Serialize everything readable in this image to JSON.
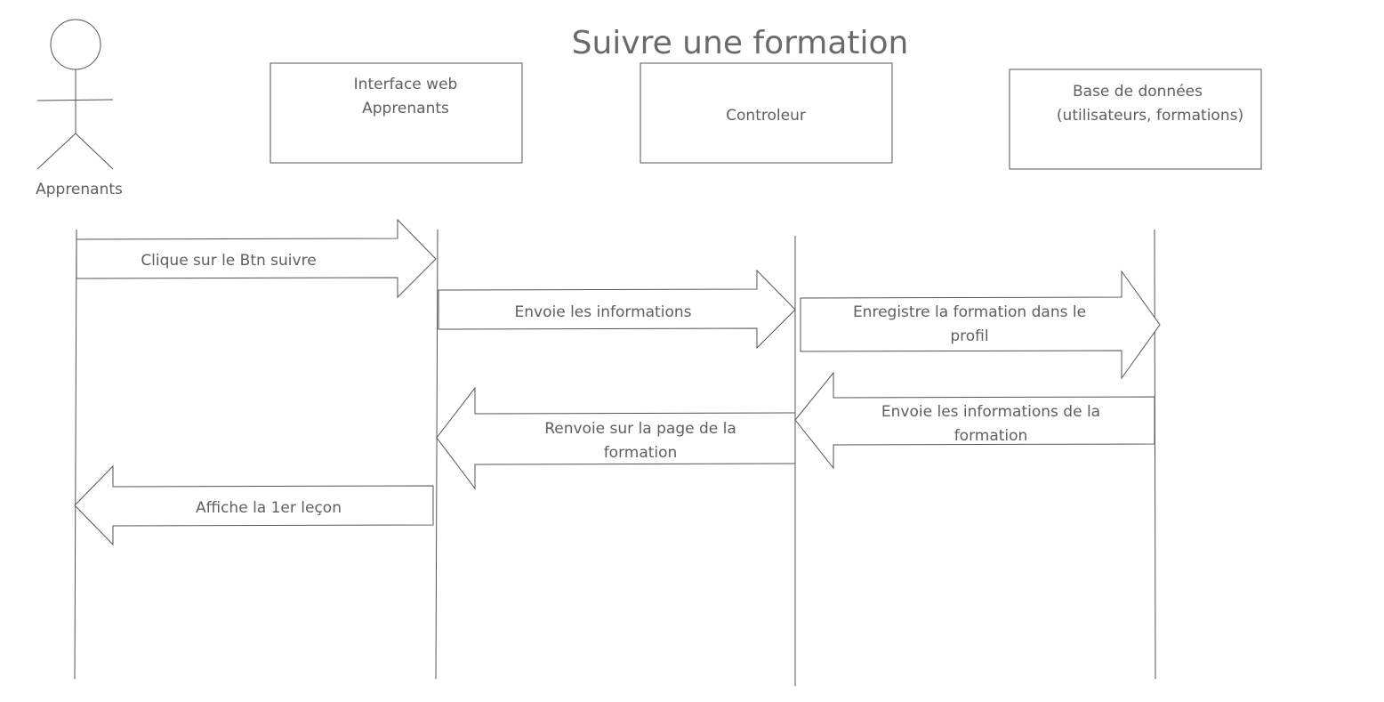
{
  "title": "Suivre une formation",
  "actor": {
    "label": "Apprenants"
  },
  "participants": [
    {
      "id": "interface",
      "lines": [
        "Interface web",
        "Apprenants"
      ]
    },
    {
      "id": "controleur",
      "lines": [
        "Controleur"
      ]
    },
    {
      "id": "bdd",
      "lines": [
        "Base de données",
        "(utilisateurs, formations)"
      ]
    }
  ],
  "messages": [
    {
      "lines": [
        "Clique sur le Btn suivre"
      ],
      "from": "Apprenants",
      "to": "Interface web Apprenants"
    },
    {
      "lines": [
        "Envoie les informations"
      ],
      "from": "Interface web Apprenants",
      "to": "Controleur"
    },
    {
      "lines": [
        "Enregistre la formation dans le",
        "profil"
      ],
      "from": "Controleur",
      "to": "Base de données"
    },
    {
      "lines": [
        "Envoie les informations de la",
        "formation"
      ],
      "from": "Base de données",
      "to": "Controleur"
    },
    {
      "lines": [
        "Renvoie sur la page de la",
        "formation"
      ],
      "from": "Controleur",
      "to": "Interface web Apprenants"
    },
    {
      "lines": [
        "Affiche la 1er leçon"
      ],
      "from": "Interface web Apprenants",
      "to": "Apprenants"
    }
  ],
  "colors": {
    "stroke": "#555555",
    "text": "#5f5f5f",
    "background": "#ffffff"
  }
}
